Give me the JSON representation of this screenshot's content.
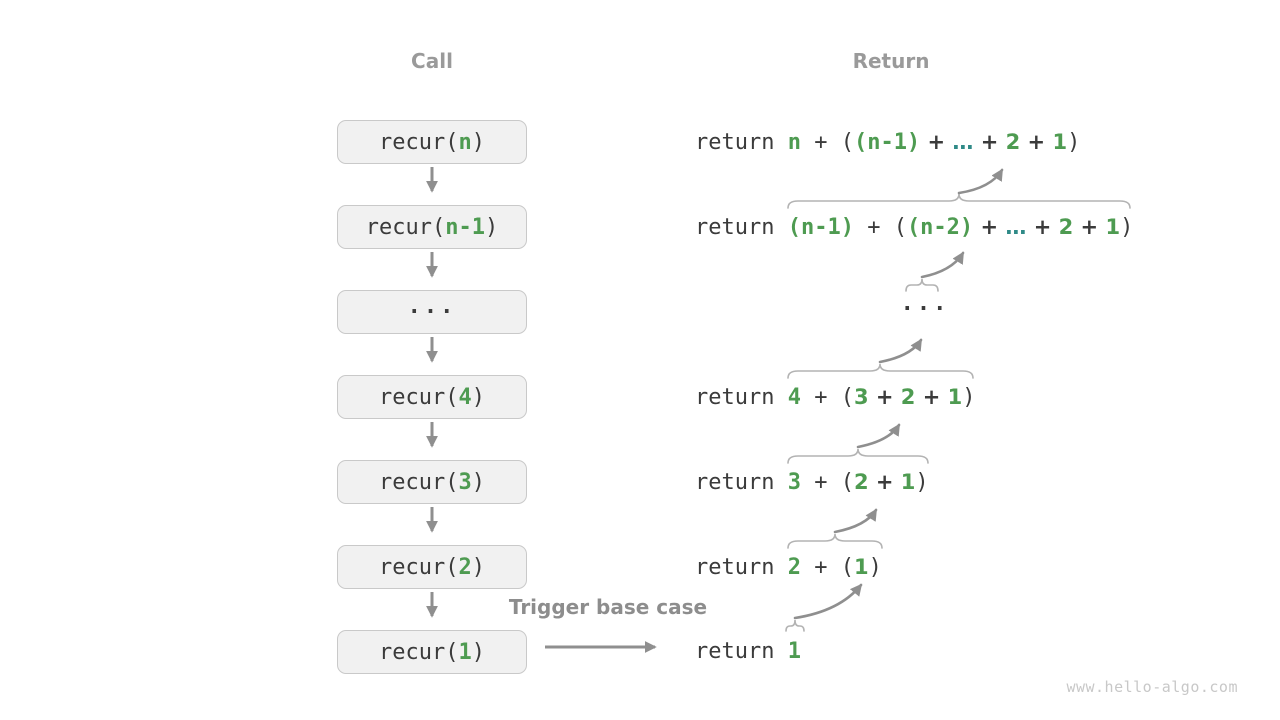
{
  "titles": {
    "call": "Call",
    "return": "Return"
  },
  "trigger_label": "Trigger base case",
  "watermark": "www.hello-algo.com",
  "colors": {
    "green": "#4e9b51",
    "teal_ellipsis": "#2f8a87",
    "dark_text": "#3b3b3b",
    "gray_headers": "#9a9a9a",
    "arrow_gray": "#8f8f8f",
    "brace_gray": "#b3b3b3",
    "box_fill": "#f1f1f1",
    "box_border": "#c9c9c9"
  },
  "call_boxes": [
    {
      "label": "recur(n)",
      "tokens": [
        {
          "t": "recur(",
          "c": "d"
        },
        {
          "t": "n",
          "c": "g"
        },
        {
          "t": ")",
          "c": "d"
        }
      ]
    },
    {
      "label": "recur(n-1)",
      "tokens": [
        {
          "t": "recur(",
          "c": "d"
        },
        {
          "t": "n-1",
          "c": "g"
        },
        {
          "t": ")",
          "c": "d"
        }
      ]
    },
    {
      "label": "···",
      "tokens": [
        {
          "t": "···",
          "c": "dots"
        }
      ]
    },
    {
      "label": "recur(4)",
      "tokens": [
        {
          "t": "recur(",
          "c": "d"
        },
        {
          "t": "4",
          "c": "g"
        },
        {
          "t": ")",
          "c": "d"
        }
      ]
    },
    {
      "label": "recur(3)",
      "tokens": [
        {
          "t": "recur(",
          "c": "d"
        },
        {
          "t": "3",
          "c": "g"
        },
        {
          "t": ")",
          "c": "d"
        }
      ]
    },
    {
      "label": "recur(2)",
      "tokens": [
        {
          "t": "recur(",
          "c": "d"
        },
        {
          "t": "2",
          "c": "g"
        },
        {
          "t": ")",
          "c": "d"
        }
      ]
    },
    {
      "label": "recur(1)",
      "tokens": [
        {
          "t": "recur(",
          "c": "d"
        },
        {
          "t": "1",
          "c": "g"
        },
        {
          "t": ")",
          "c": "d"
        }
      ]
    }
  ],
  "return_lines": [
    {
      "text": "return n + ((n-1) + … + 2 + 1)",
      "tokens": [
        {
          "t": "return ",
          "c": "d"
        },
        {
          "t": "n",
          "c": "g"
        },
        {
          "t": " + (",
          "c": "d"
        },
        {
          "t": "(n-1)",
          "c": "g"
        },
        {
          "t": " + ",
          "c": "dt"
        },
        {
          "t": "…",
          "c": "e"
        },
        {
          "t": " + ",
          "c": "dt"
        },
        {
          "t": "2",
          "c": "gt"
        },
        {
          "t": " + ",
          "c": "dt"
        },
        {
          "t": "1",
          "c": "gt"
        },
        {
          "t": ")",
          "c": "d"
        }
      ]
    },
    {
      "text": "return (n-1) + ((n-2) + … + 2 + 1)",
      "tokens": [
        {
          "t": "return ",
          "c": "d"
        },
        {
          "t": "(n-1)",
          "c": "g"
        },
        {
          "t": " + (",
          "c": "d"
        },
        {
          "t": "(n-2)",
          "c": "g"
        },
        {
          "t": " + ",
          "c": "dt"
        },
        {
          "t": "…",
          "c": "e"
        },
        {
          "t": " + ",
          "c": "dt"
        },
        {
          "t": "2",
          "c": "gt"
        },
        {
          "t": " + ",
          "c": "dt"
        },
        {
          "t": "1",
          "c": "gt"
        },
        {
          "t": ")",
          "c": "d"
        }
      ]
    },
    {
      "text": "···",
      "tokens": [
        {
          "t": "···",
          "c": "dots"
        }
      ]
    },
    {
      "text": "return 4 + (3 + 2 + 1)",
      "tokens": [
        {
          "t": "return ",
          "c": "d"
        },
        {
          "t": "4",
          "c": "g"
        },
        {
          "t": " + (",
          "c": "d"
        },
        {
          "t": "3",
          "c": "gt"
        },
        {
          "t": " + ",
          "c": "dt"
        },
        {
          "t": "2",
          "c": "gt"
        },
        {
          "t": " + ",
          "c": "dt"
        },
        {
          "t": "1",
          "c": "gt"
        },
        {
          "t": ")",
          "c": "d"
        }
      ]
    },
    {
      "text": "return 3 + (2 + 1)",
      "tokens": [
        {
          "t": "return ",
          "c": "d"
        },
        {
          "t": "3",
          "c": "g"
        },
        {
          "t": " + (",
          "c": "d"
        },
        {
          "t": "2",
          "c": "gt"
        },
        {
          "t": " + ",
          "c": "dt"
        },
        {
          "t": "1",
          "c": "gt"
        },
        {
          "t": ")",
          "c": "d"
        }
      ]
    },
    {
      "text": "return 2 + (1)",
      "tokens": [
        {
          "t": "return ",
          "c": "d"
        },
        {
          "t": "2",
          "c": "g"
        },
        {
          "t": " + (",
          "c": "d"
        },
        {
          "t": "1",
          "c": "gt"
        },
        {
          "t": ")",
          "c": "d"
        }
      ]
    },
    {
      "text": "return 1",
      "tokens": [
        {
          "t": "return ",
          "c": "d"
        },
        {
          "t": "1",
          "c": "g"
        }
      ]
    }
  ]
}
